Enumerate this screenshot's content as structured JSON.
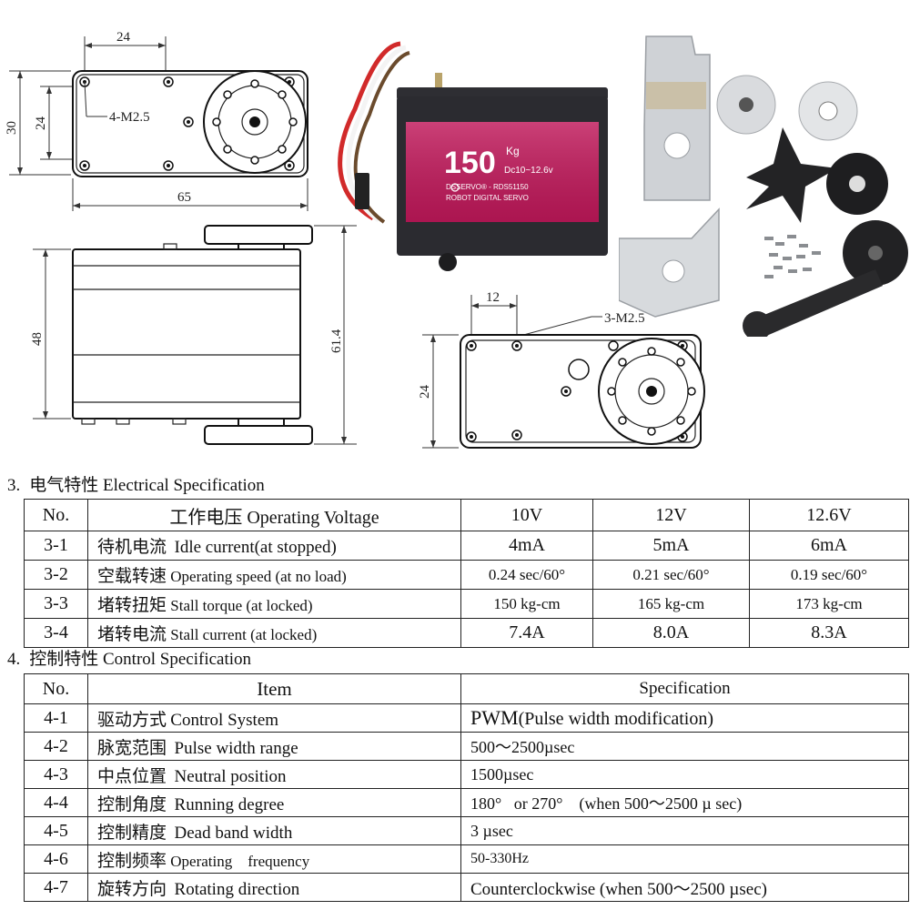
{
  "drawings": {
    "top_view": {
      "dim_width_top": "24",
      "dim_height_left": "30",
      "dim_height_inner": "24",
      "hole_note": "4-M2.5",
      "dim_length": "65"
    },
    "side_view": {
      "dim_body_height": "48",
      "dim_total_height": "61.4"
    },
    "bottom_view": {
      "dim_spacing": "12",
      "hole_note": "3-M2.5",
      "dim_height": "24"
    }
  },
  "product": {
    "label_weight": "150",
    "label_unit": "Kg",
    "label_voltage": "Dc10~12.6v",
    "label_brand": "DSSERVO® - RDS51150",
    "label_type": "ROBOT DIGITAL SERVO",
    "colors": {
      "label": "#c0185a",
      "body": "#2b2b30",
      "metal": "#cfd2d6",
      "horn": "#1e1e20"
    }
  },
  "electrical": {
    "num": "3.",
    "title": "电气特性 Electrical Specification",
    "header": {
      "no": "No.",
      "item": "工作电压 Operating Voltage",
      "v1": "10V",
      "v2": "12V",
      "v3": "12.6V"
    },
    "rows": [
      {
        "no": "3-1",
        "item_cn": "待机电流",
        "item_en": "Idle current(at stopped)",
        "v1": "4mA",
        "v2": "5mA",
        "v3": "6mA"
      },
      {
        "no": "3-2",
        "item_cn": "空载转速",
        "item_en": "Operating speed (at no load)",
        "v1": "0.24 sec/60°",
        "v2": "0.21 sec/60°",
        "v3": "0.19 sec/60°"
      },
      {
        "no": "3-3",
        "item_cn": "堵转扭矩",
        "item_en": "Stall torque (at locked)",
        "v1": "150 kg-cm",
        "v2": "165 kg-cm",
        "v3": "173 kg-cm"
      },
      {
        "no": "3-4",
        "item_cn": "堵转电流",
        "item_en": "Stall current (at locked)",
        "v1": "7.4A",
        "v2": "8.0A",
        "v3": "8.3A"
      }
    ]
  },
  "control": {
    "num": "4.",
    "title": "控制特性 Control Specification",
    "header": {
      "no": "No.",
      "item": "Item",
      "spec": "Specification"
    },
    "rows": [
      {
        "no": "4-1",
        "item_cn": "驱动方式",
        "item_en": "Control System",
        "spec_main": "PWM",
        "spec_rest": "(Pulse width modification)"
      },
      {
        "no": "4-2",
        "item_cn": "脉宽范围",
        "item_en": "Pulse width range",
        "spec_main": "500～2500µsec",
        "spec_rest": ""
      },
      {
        "no": "4-3",
        "item_cn": "中点位置",
        "item_en": "Neutral position",
        "spec_main": "1500µsec",
        "spec_rest": ""
      },
      {
        "no": "4-4",
        "item_cn": "控制角度",
        "item_en": "Running degree",
        "spec_main": "180°   or 270°    (when 500～2500 µ sec)",
        "spec_rest": ""
      },
      {
        "no": "4-5",
        "item_cn": "控制精度",
        "item_en": "Dead band width",
        "spec_main": "3 µsec",
        "spec_rest": ""
      },
      {
        "no": "4-6",
        "item_cn": "控制频率",
        "item_en": "Operating    frequency",
        "spec_main": "50-330Hz",
        "spec_rest": ""
      },
      {
        "no": "4-7",
        "item_cn": "旋转方向",
        "item_en": "Rotating direction",
        "spec_main": "Counterclockwise (when 500～2500 µsec)",
        "spec_rest": ""
      }
    ]
  }
}
